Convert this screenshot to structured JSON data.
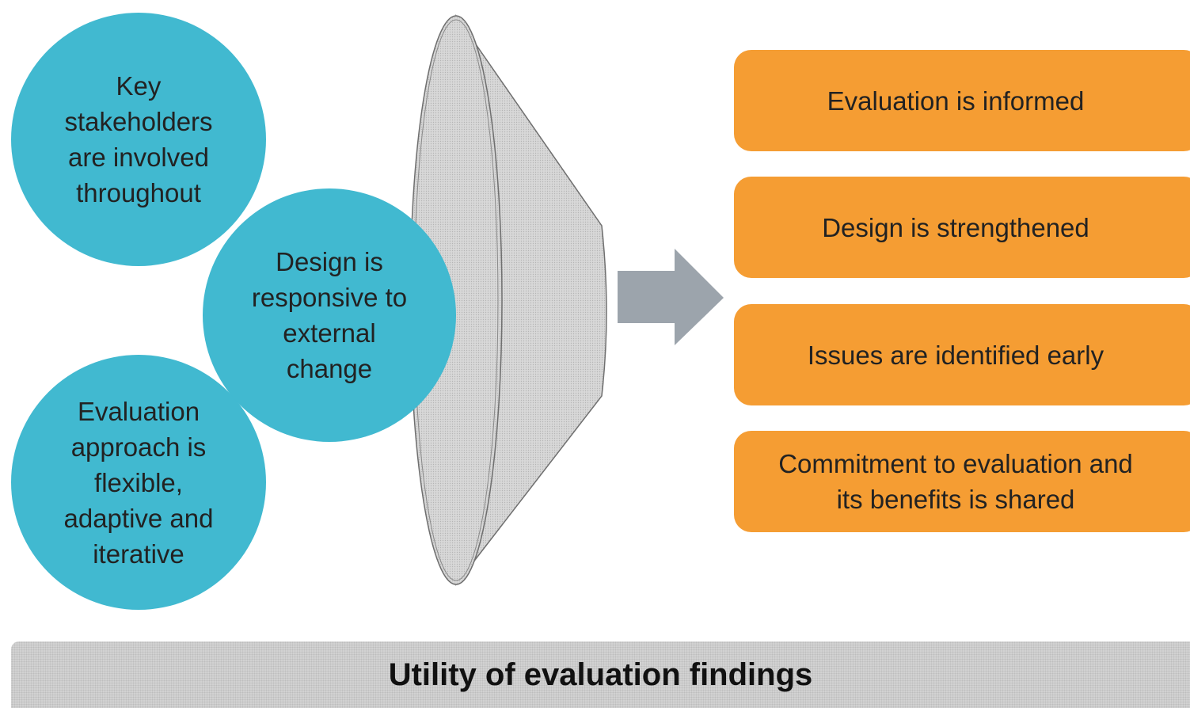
{
  "colors": {
    "circle_fill": "#41b9d0",
    "box_fill": "#f59d33",
    "arrow_fill": "#9ca4ac",
    "funnel_fill": "#d3d3d3",
    "bar_fill": "#d2d2d2"
  },
  "inputs": {
    "circle_1": [
      "Key",
      "stakeholders",
      "are involved",
      "throughout"
    ],
    "circle_2": [
      "Design is",
      "responsive to",
      "external",
      "change"
    ],
    "circle_3": [
      "Evaluation",
      "approach is",
      "flexible,",
      "adaptive and",
      "iterative"
    ]
  },
  "outcomes": {
    "item_1": "Evaluation is informed",
    "item_2": "Design is strengthened",
    "item_3": "Issues are identified early",
    "item_4_line_1": "Commitment to evaluation and",
    "item_4_line_2": "its benefits is shared"
  },
  "footer": {
    "label": "Utility of evaluation findings"
  }
}
